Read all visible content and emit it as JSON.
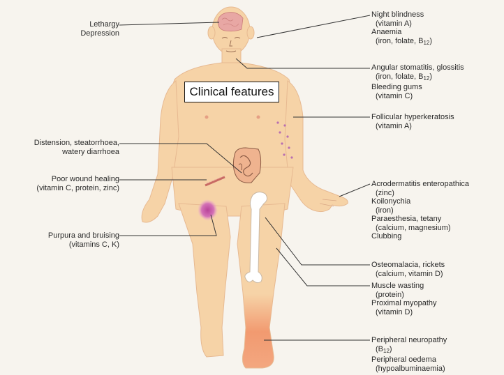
{
  "title": "Clinical features",
  "colors": {
    "skin": "#f6d3a7",
    "skin_edge": "#e7b991",
    "brain": "#e8a7a4",
    "bone": "#ffffff",
    "intestine": "#efb38f",
    "purpura": "#c85aa5",
    "foot_gradient": "#f2865a",
    "line": "#333333",
    "page_bg": "#f7f4ee"
  },
  "labels_left": [
    {
      "id": "lethargy",
      "lines": [
        "Lethargy",
        "Depression"
      ]
    },
    {
      "id": "distension",
      "lines": [
        "Distension, steatorrhoea,",
        "watery diarrhoea"
      ]
    },
    {
      "id": "wound",
      "lines": [
        "Poor wound healing",
        "(vitamin C, protein, zinc)"
      ]
    },
    {
      "id": "purpura",
      "lines": [
        "Purpura and bruising",
        "(vitamins C, K)"
      ]
    }
  ],
  "labels_right": [
    {
      "id": "eyes",
      "lines": [
        "Night blindness",
        "(vitamin A)",
        "Anaemia",
        "(iron, folate, B12)"
      ]
    },
    {
      "id": "mouth",
      "lines": [
        "Angular stomatitis, glossitis",
        "(iron, folate, B12)",
        "Bleeding gums",
        "(vitamin C)"
      ]
    },
    {
      "id": "skin",
      "lines": [
        "Follicular hyperkeratosis",
        "(vitamin A)"
      ]
    },
    {
      "id": "hand",
      "lines": [
        "Acrodermatitis enteropathica",
        "(zinc)",
        "Koilonychia",
        "(iron)",
        "Paraesthesia, tetany",
        "(calcium, magnesium)",
        "Clubbing"
      ]
    },
    {
      "id": "bone",
      "lines": [
        "Osteomalacia, rickets",
        "(calcium, vitamin D)"
      ]
    },
    {
      "id": "muscle",
      "lines": [
        "Muscle wasting",
        "(protein)",
        "Proximal myopathy",
        "(vitamin D)"
      ]
    },
    {
      "id": "feet",
      "lines": [
        "Peripheral neuropathy",
        "(B12)",
        "Peripheral oedema",
        "(hypoalbuminaemia)"
      ]
    }
  ]
}
